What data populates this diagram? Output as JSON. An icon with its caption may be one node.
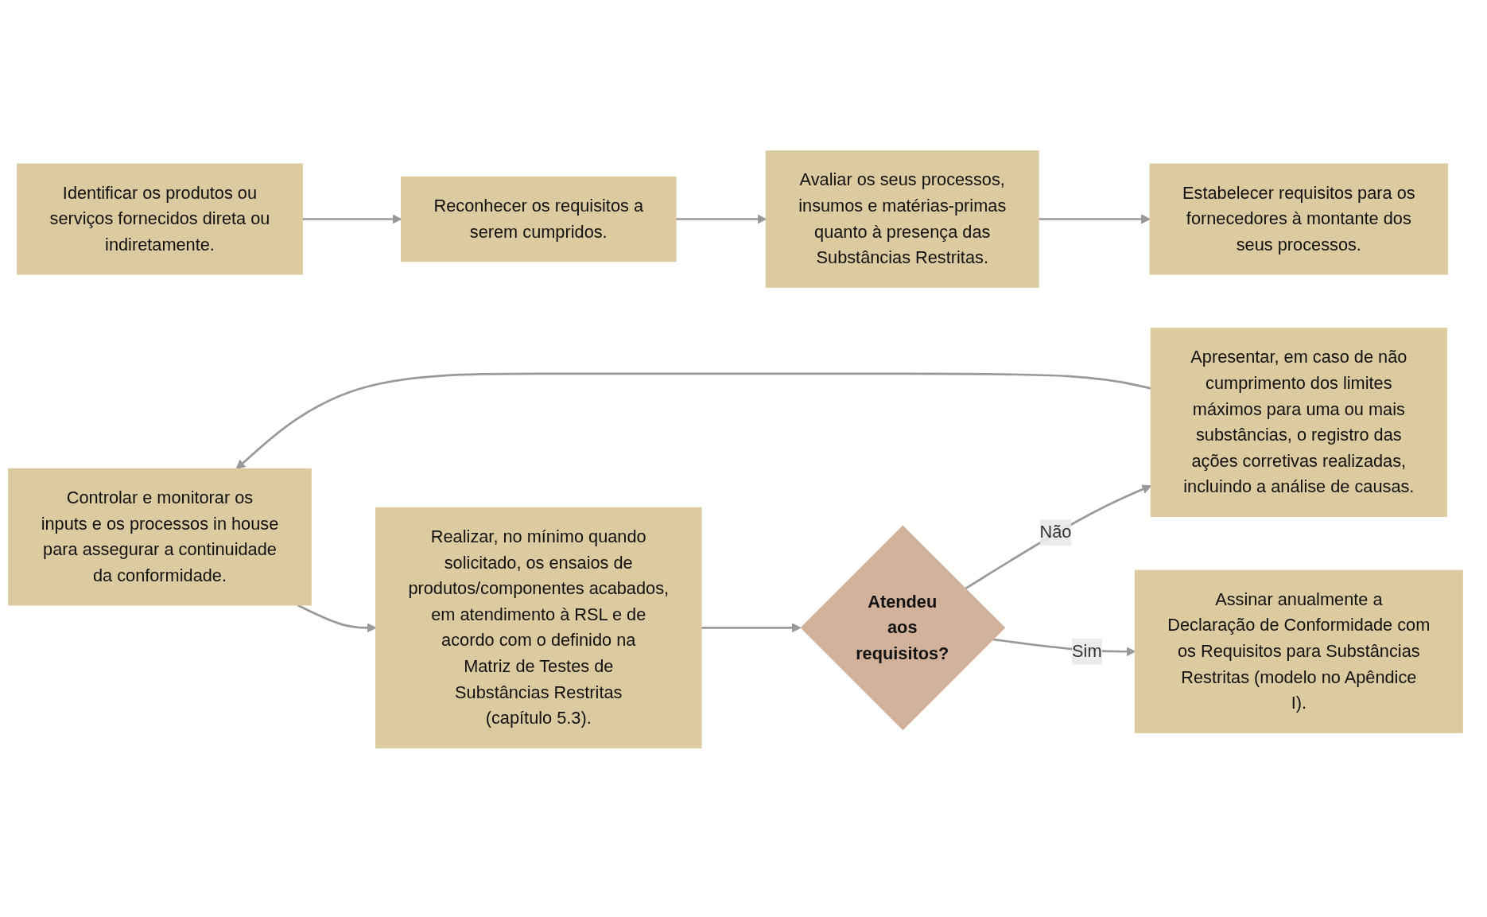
{
  "diagram": {
    "nodes": [
      {
        "text": [
          "Identificar os produtos ou serviços fornecidos direta ou indiretamente."
        ]
      },
      {
        "text": [
          "Reconhecer os requisitos a serem cumpridos."
        ]
      },
      {
        "text": [
          "Avaliar os seus processos, insumos e matérias-primas quanto à presença das Substâncias Restritas."
        ]
      },
      {
        "text": [
          "Estabelecer requisitos para os fornecedores à montante dos seus processos."
        ]
      },
      {
        "text": [
          "Controlar e monitorar os inputs e os processos in house para assegurar a continuidade da conformidade."
        ]
      },
      {
        "text": [
          "Realizar, no mínimo quando solicitado, os ensaios de produtos/componentes acabados, em atendimento à RSL e de acordo com o definido na Matriz de Testes de Substâncias Restritas (capítulo 5.3)."
        ]
      },
      {
        "text": [
          "Atendeu aos requisitos?"
        ]
      },
      {
        "text": [
          "Apresentar, em caso de não cumprimento dos limites máximos para uma ou mais substâncias, o registro das ações corretivas realizadas, incluindo a análise de causas."
        ]
      },
      {
        "text": [
          "Assinar anualmente a Declaração de Conformidade com os Requisitos para Substâncias Restritas (modelo no Apêndice I)."
        ]
      }
    ],
    "edges": [
      {
        "from": 0,
        "to": 1,
        "arrow": "to"
      },
      {
        "from": 1,
        "to": 2,
        "arrow": "to"
      },
      {
        "from": 2,
        "to": 3,
        "arrow": "to"
      },
      {
        "from": 4,
        "to": 5,
        "arrow": "to"
      },
      {
        "from": 5,
        "to": 6,
        "arrow": "to"
      },
      {
        "from": 6,
        "to": 7,
        "arrow": "to",
        "label": "Não"
      },
      {
        "from": 6,
        "to": 8,
        "arrow": "to",
        "label": "Sim"
      },
      {
        "from": 7,
        "to": 4,
        "arrow": "to"
      }
    ]
  }
}
